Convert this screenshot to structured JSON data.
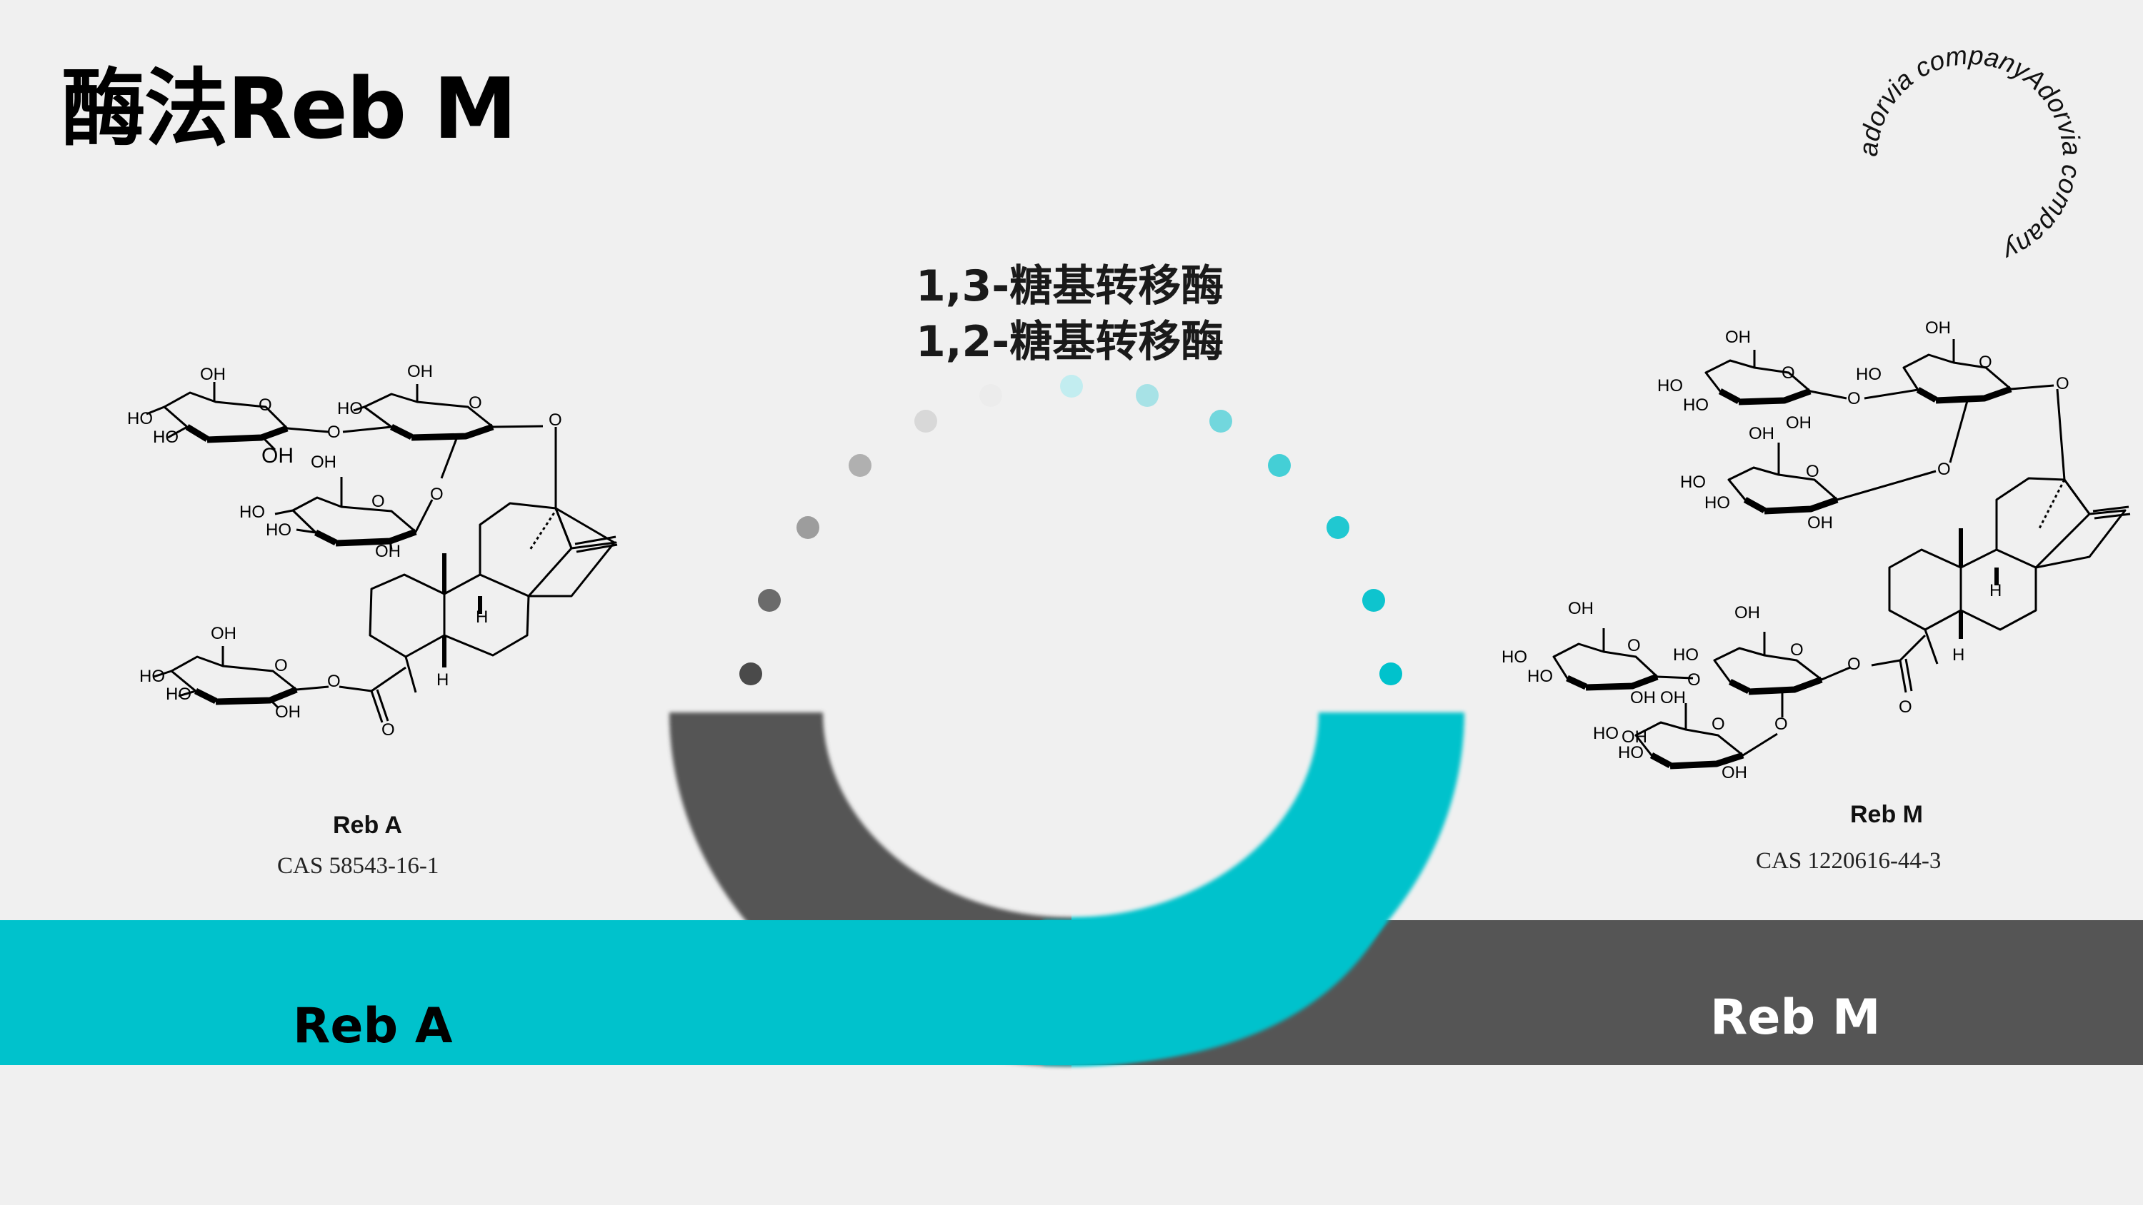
{
  "slide": {
    "title": "酶法Reb M",
    "enzymes": [
      "1,3-糖基转移酶",
      "1,2-糖基转移酶"
    ],
    "left_molecule": {
      "name": "Reb A",
      "cas": "CAS 58543-16-1"
    },
    "right_molecule": {
      "name": "Reb M",
      "cas": "CAS 1220616-44-3"
    },
    "left_band_label": "Reb A",
    "right_band_label": "Reb M",
    "logo_text": "adorvia companyAdorvia company",
    "structure_labels": {
      "oh": "OH",
      "ho": "HO",
      "o": "O",
      "h": "H"
    },
    "colors": {
      "teal": "#00c2cc",
      "dark": "#555555",
      "background": "#f0f0f0"
    }
  }
}
